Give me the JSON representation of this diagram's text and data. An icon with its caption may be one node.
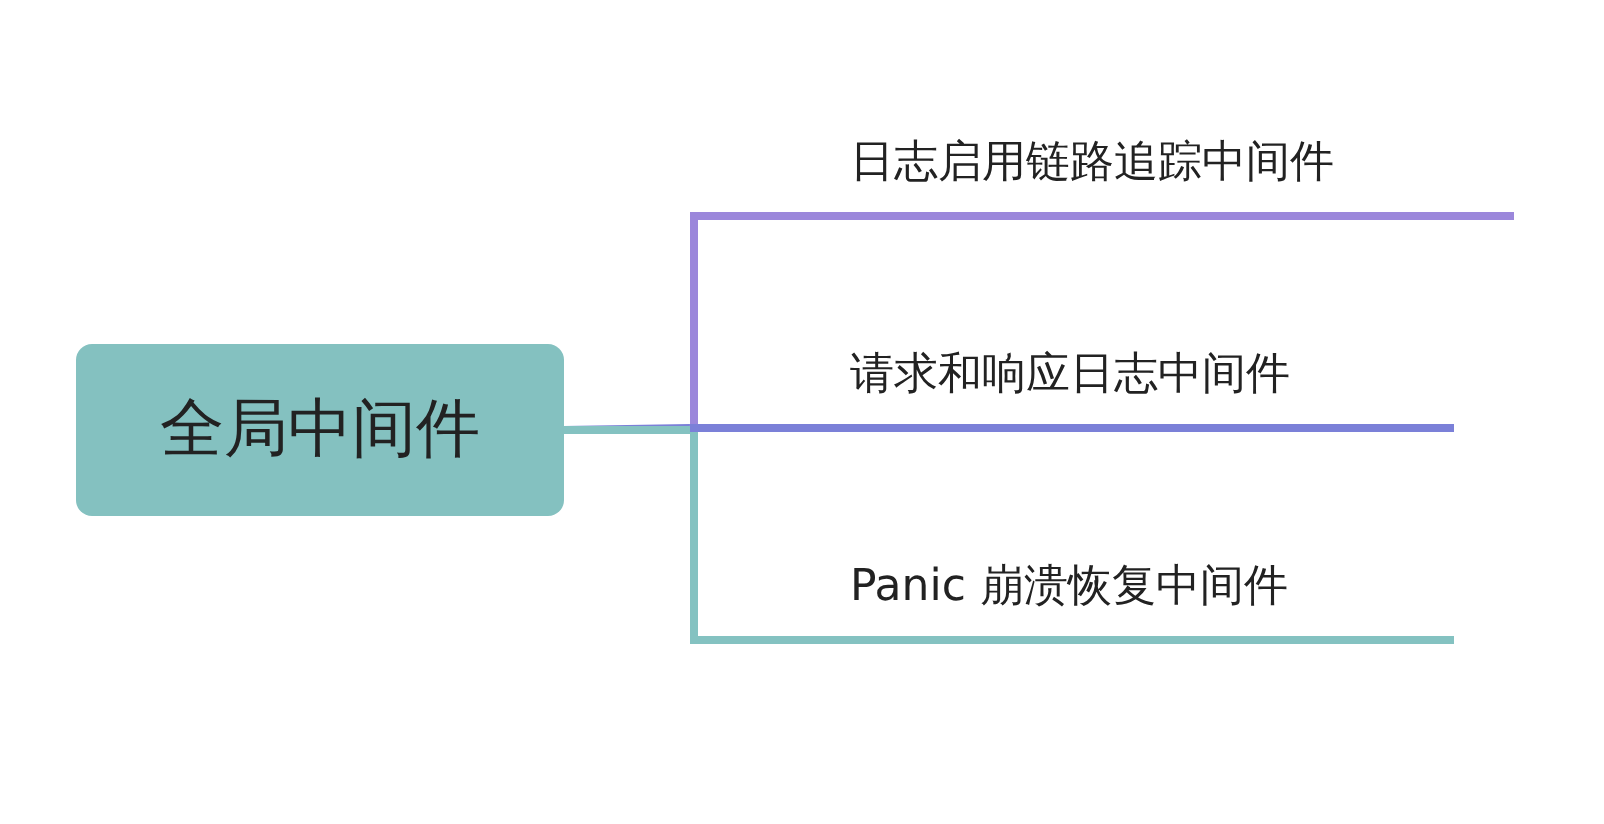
{
  "diagram": {
    "nodes": [
      {
        "text": [
          "全局中间件"
        ]
      },
      {
        "text": [
          "日志启用链路追踪中间件"
        ]
      },
      {
        "text": [
          "请求和响应日志中间件"
        ]
      },
      {
        "text": [
          "Panic 崩溃恢复中间件"
        ]
      }
    ],
    "edges": [
      {
        "from": 0,
        "to": 1,
        "arrow": "none",
        "color": "#9b87db"
      },
      {
        "from": 0,
        "to": 2,
        "arrow": "none",
        "color": "#7b80d8"
      },
      {
        "from": 0,
        "to": 3,
        "arrow": "none",
        "color": "#84c2c1"
      }
    ]
  }
}
